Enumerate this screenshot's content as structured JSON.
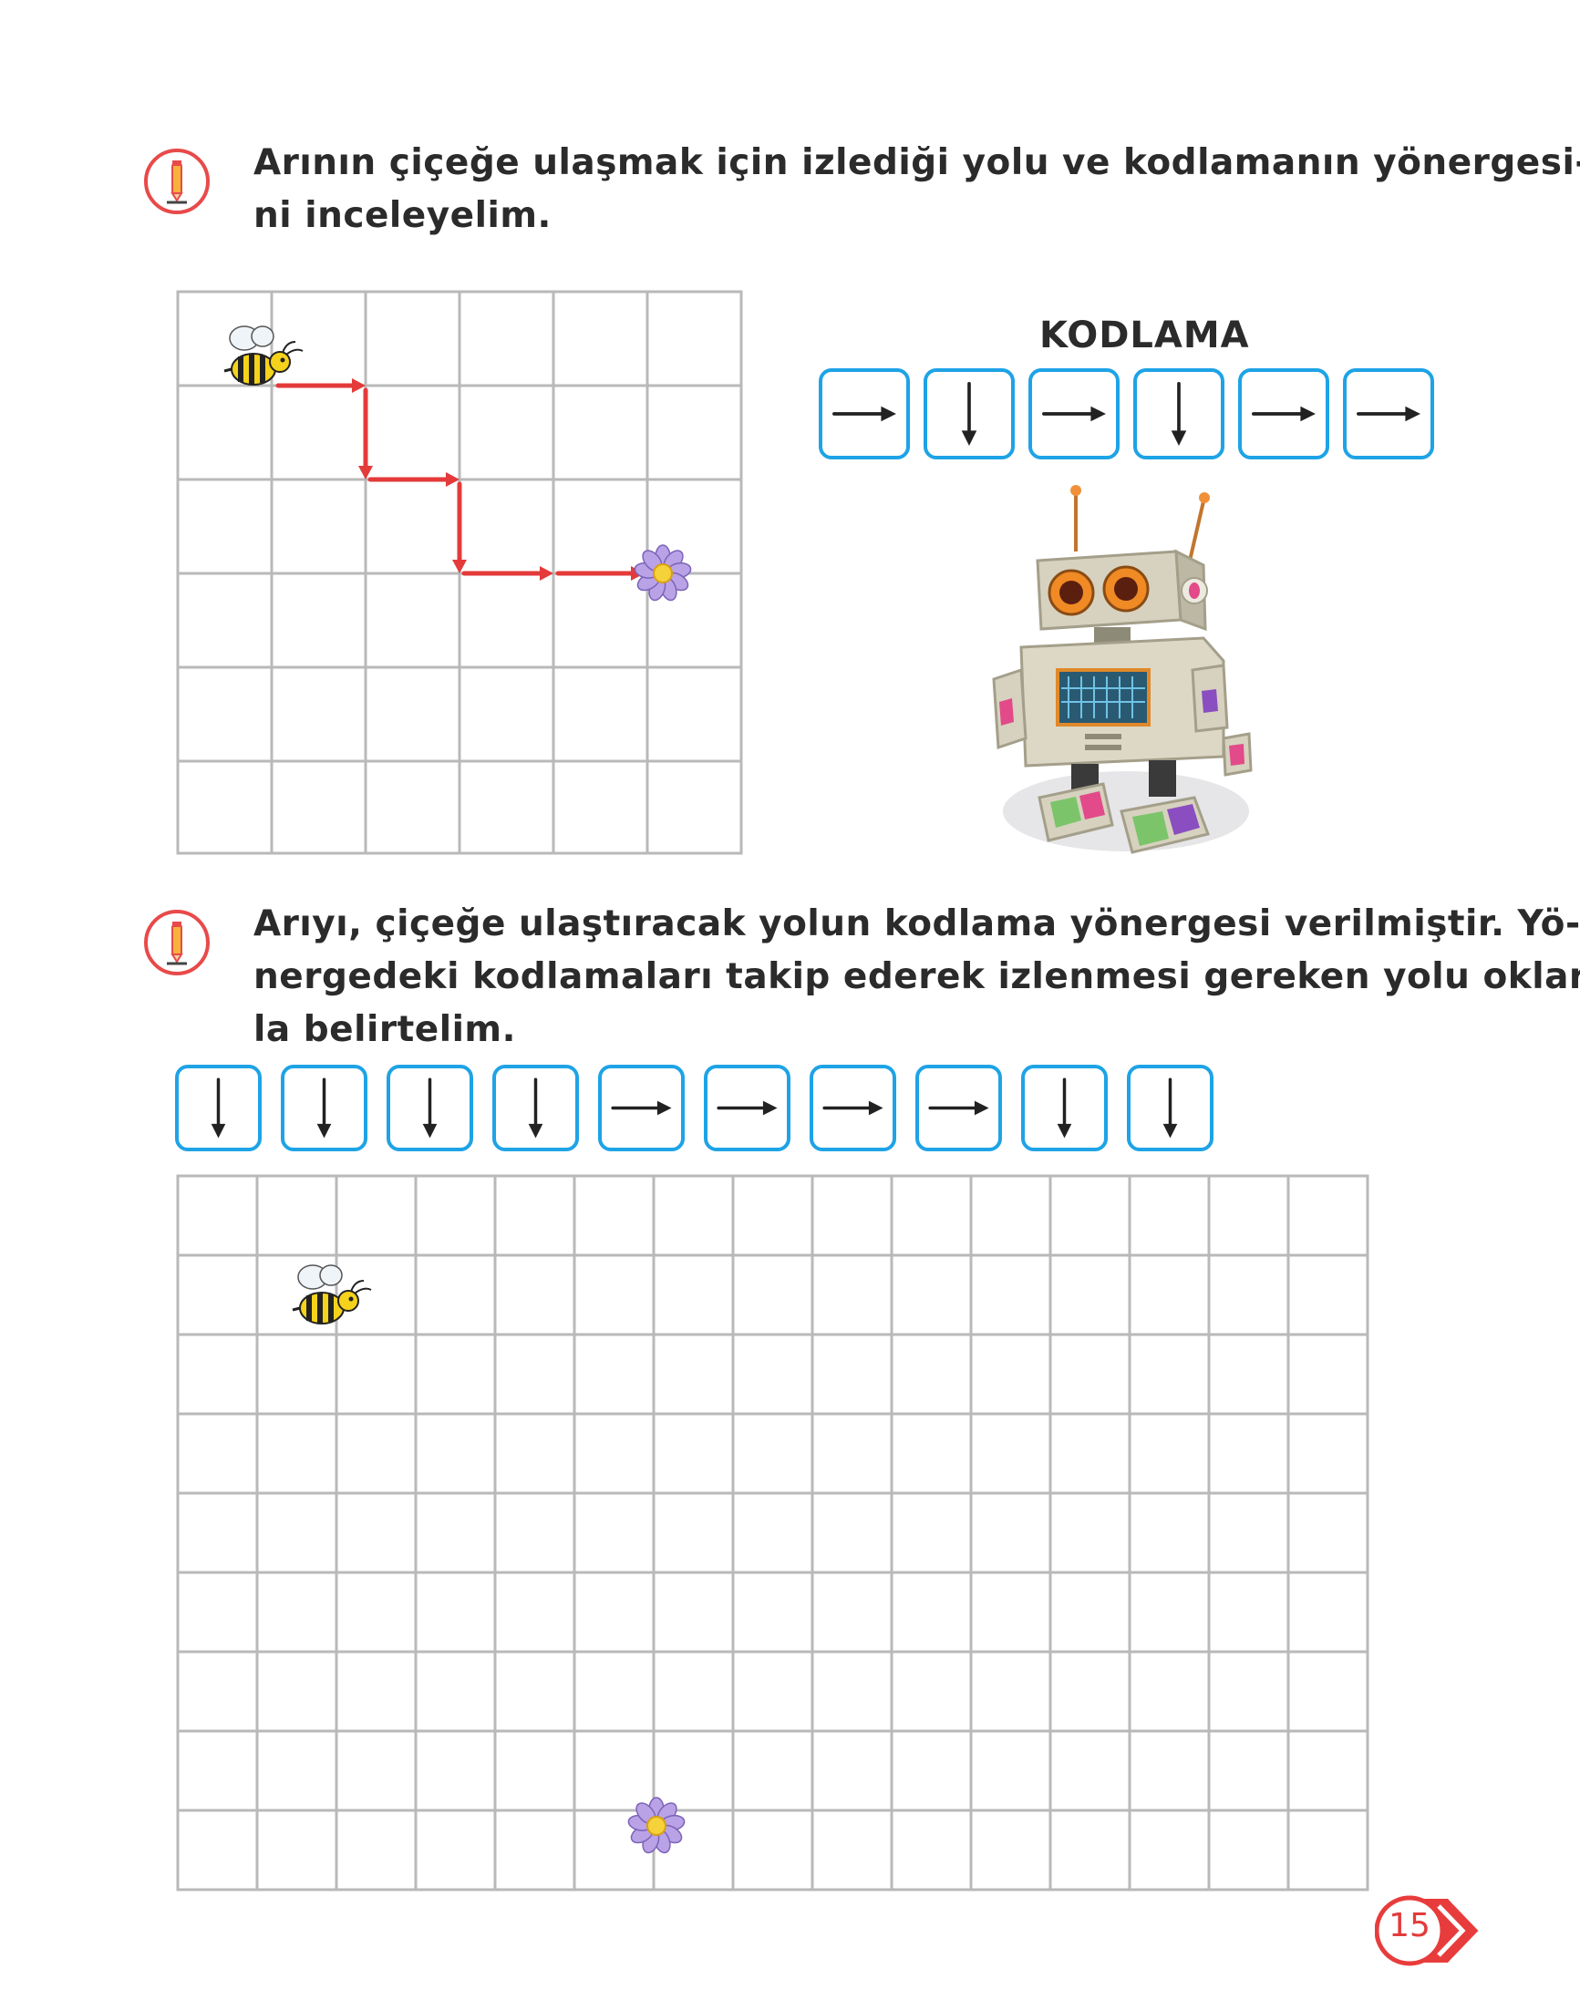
{
  "section1": {
    "instruction_lines": [
      "Arının çiçeğe ulaşmak için izlediği yolu ve kodlamanın yönergesi-",
      "ni inceleyelim."
    ],
    "coding_title": "KODLAMA",
    "coding_sequence": [
      "right",
      "down",
      "right",
      "down",
      "right",
      "right"
    ]
  },
  "section2": {
    "instruction_lines": [
      "Arıyı, çiçeğe ulaştıracak yolun kodlama yönergesi verilmiştir. Yö-",
      "nergedeki kodlamaları takip ederek izlenmesi gereken yolu oklar-",
      "la belirtelim."
    ],
    "coding_sequence": [
      "down",
      "down",
      "down",
      "down",
      "right",
      "right",
      "right",
      "right",
      "down",
      "down"
    ]
  },
  "page_number": "15",
  "icons": [
    "info-pencil-icon",
    "bee-icon",
    "flower-icon",
    "robot-illustration",
    "arrow-right-icon",
    "arrow-down-icon"
  ],
  "colors": {
    "accent_blue": "#1ea3e6",
    "path_red": "#e43a3a",
    "grid_gray": "#b9b9b9",
    "badge_red": "#e83c3c"
  }
}
